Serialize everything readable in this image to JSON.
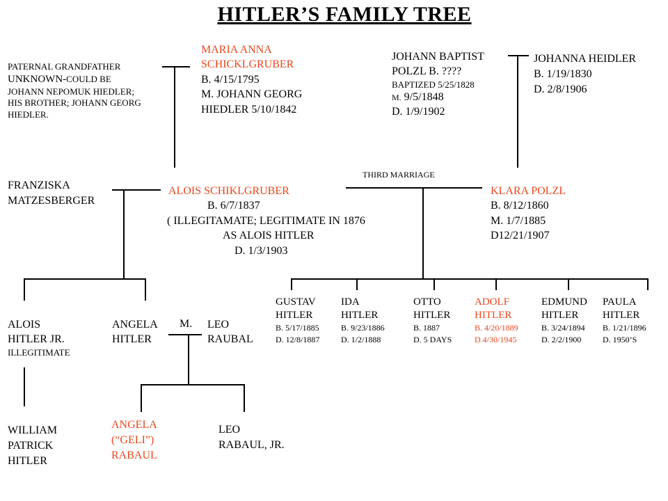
{
  "title": "HITLER’S FAMILY TREE",
  "paternal_grandfather": {
    "line1": "PATERNAL GRANDFATHER",
    "line2a": "UNKNOWN-",
    "line2b": "COULD BE",
    "line3": "JOHANN NEPOMUK HIEDLER;",
    "line4": "HIS BROTHER; JOHANN GEORG",
    "line5": "HIEDLER."
  },
  "maria_anna": {
    "line1": "MARIA ANNA",
    "line2": "SCHICKLGRUBER",
    "line3": "B. 4/15/1795",
    "line4": "M. JOHANN GEORG",
    "line5": "HIEDLER 5/10/1842"
  },
  "johann_baptist": {
    "line1": "JOHANN BAPTIST",
    "line2": "POLZL B. ????",
    "line3": "BAPTIZED 5/25/1828",
    "line4a": "M.",
    "line4b": "9/5/1848",
    "line5": "D.  1/9/1902"
  },
  "johanna_heidler": {
    "line1": "JOHANNA HEIDLER",
    "line2": "B. 1/19/1830",
    "line3": "D. 2/8/1906"
  },
  "franziska": {
    "line1": "FRANZISKA",
    "line2": "MATZESBERGER"
  },
  "alois_sr": {
    "line1": "ALOIS SCHIKLGRUBER",
    "line2": "B. 6/7/1837",
    "line3": "( ILLEGITAMATE; LEGITIMATE  IN 1876",
    "line4": "AS ALOIS HITLER",
    "line5": "D. 1/3/1903"
  },
  "third_marriage": "THIRD MARRIAGE",
  "klara": {
    "line1": "KLARA POLZL",
    "line2": "B. 8/12/1860",
    "line3": "M. 1/7/1885",
    "line4": "D12/21/1907"
  },
  "children": [
    {
      "first": "GUSTAV",
      "last": "HITLER",
      "born": "B. 5/17/1885",
      "died": "D. 12/8/1887",
      "highlight": false
    },
    {
      "first": "IDA",
      "last": "HITLER",
      "born": "B. 9/23/1886",
      "died": "D. 1/2/1888",
      "highlight": false
    },
    {
      "first": "OTTO",
      "last": "HITLER",
      "born": "B. 1887",
      "died": "D. 5 DAYS",
      "highlight": false
    },
    {
      "first": "ADOLF",
      "last": "HITLER",
      "born": "B. 4/20/1889",
      "died": "D.4/30/1945",
      "highlight": true
    },
    {
      "first": "EDMUND",
      "last": "HITLER",
      "born": "B. 3/24/1894",
      "died": "D. 2/2/1900",
      "highlight": false
    },
    {
      "first": "PAULA",
      "last": "HITLER",
      "born": "B. 1/21/1896",
      "died": "D. 1950’S",
      "highlight": false
    }
  ],
  "alois_jr": {
    "line1": "ALOIS",
    "line2": "HITLER JR.",
    "line3": "ILLEGITIMATE"
  },
  "angela": {
    "line1": "ANGELA",
    "line2": "HITLER"
  },
  "married_label": "M.",
  "leo_raubal": {
    "line1": "LEO",
    "line2": "RAUBAL"
  },
  "william_patrick": {
    "line1": "WILLIAM",
    "line2": "PATRICK",
    "line3": "HITLER"
  },
  "geli": {
    "line1": "ANGELA",
    "line2": "(“GELI”)",
    "line3": "RABAUL"
  },
  "leo_jr": {
    "line1": "LEO",
    "line2": "RABAUL, JR."
  },
  "colors": {
    "highlight": "#e8461e",
    "text": "#000000",
    "lines": "#000000"
  }
}
